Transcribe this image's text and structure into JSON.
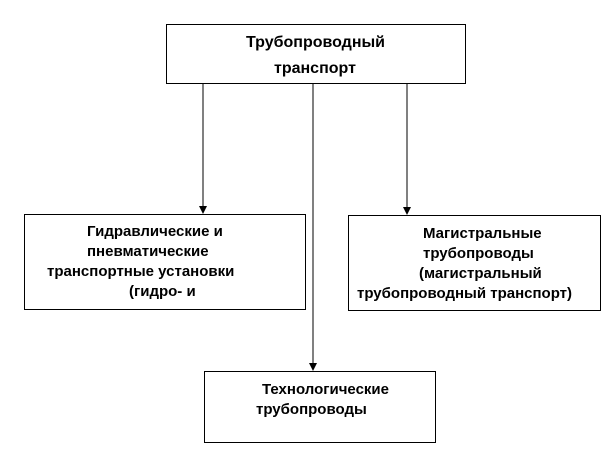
{
  "diagram": {
    "root": {
      "lines": [
        "Трубопроводный",
        "транспорт"
      ]
    },
    "hydro": {
      "lines": [
        "Гидравлические и",
        "пневматические",
        "транспортные установки",
        "(гидро- и"
      ]
    },
    "main": {
      "lines": [
        "Магистральные",
        "трубопроводы",
        "(магистральный",
        "трубопроводный транспорт)"
      ]
    },
    "tech": {
      "lines": [
        "Технологические",
        "трубопроводы"
      ]
    }
  }
}
